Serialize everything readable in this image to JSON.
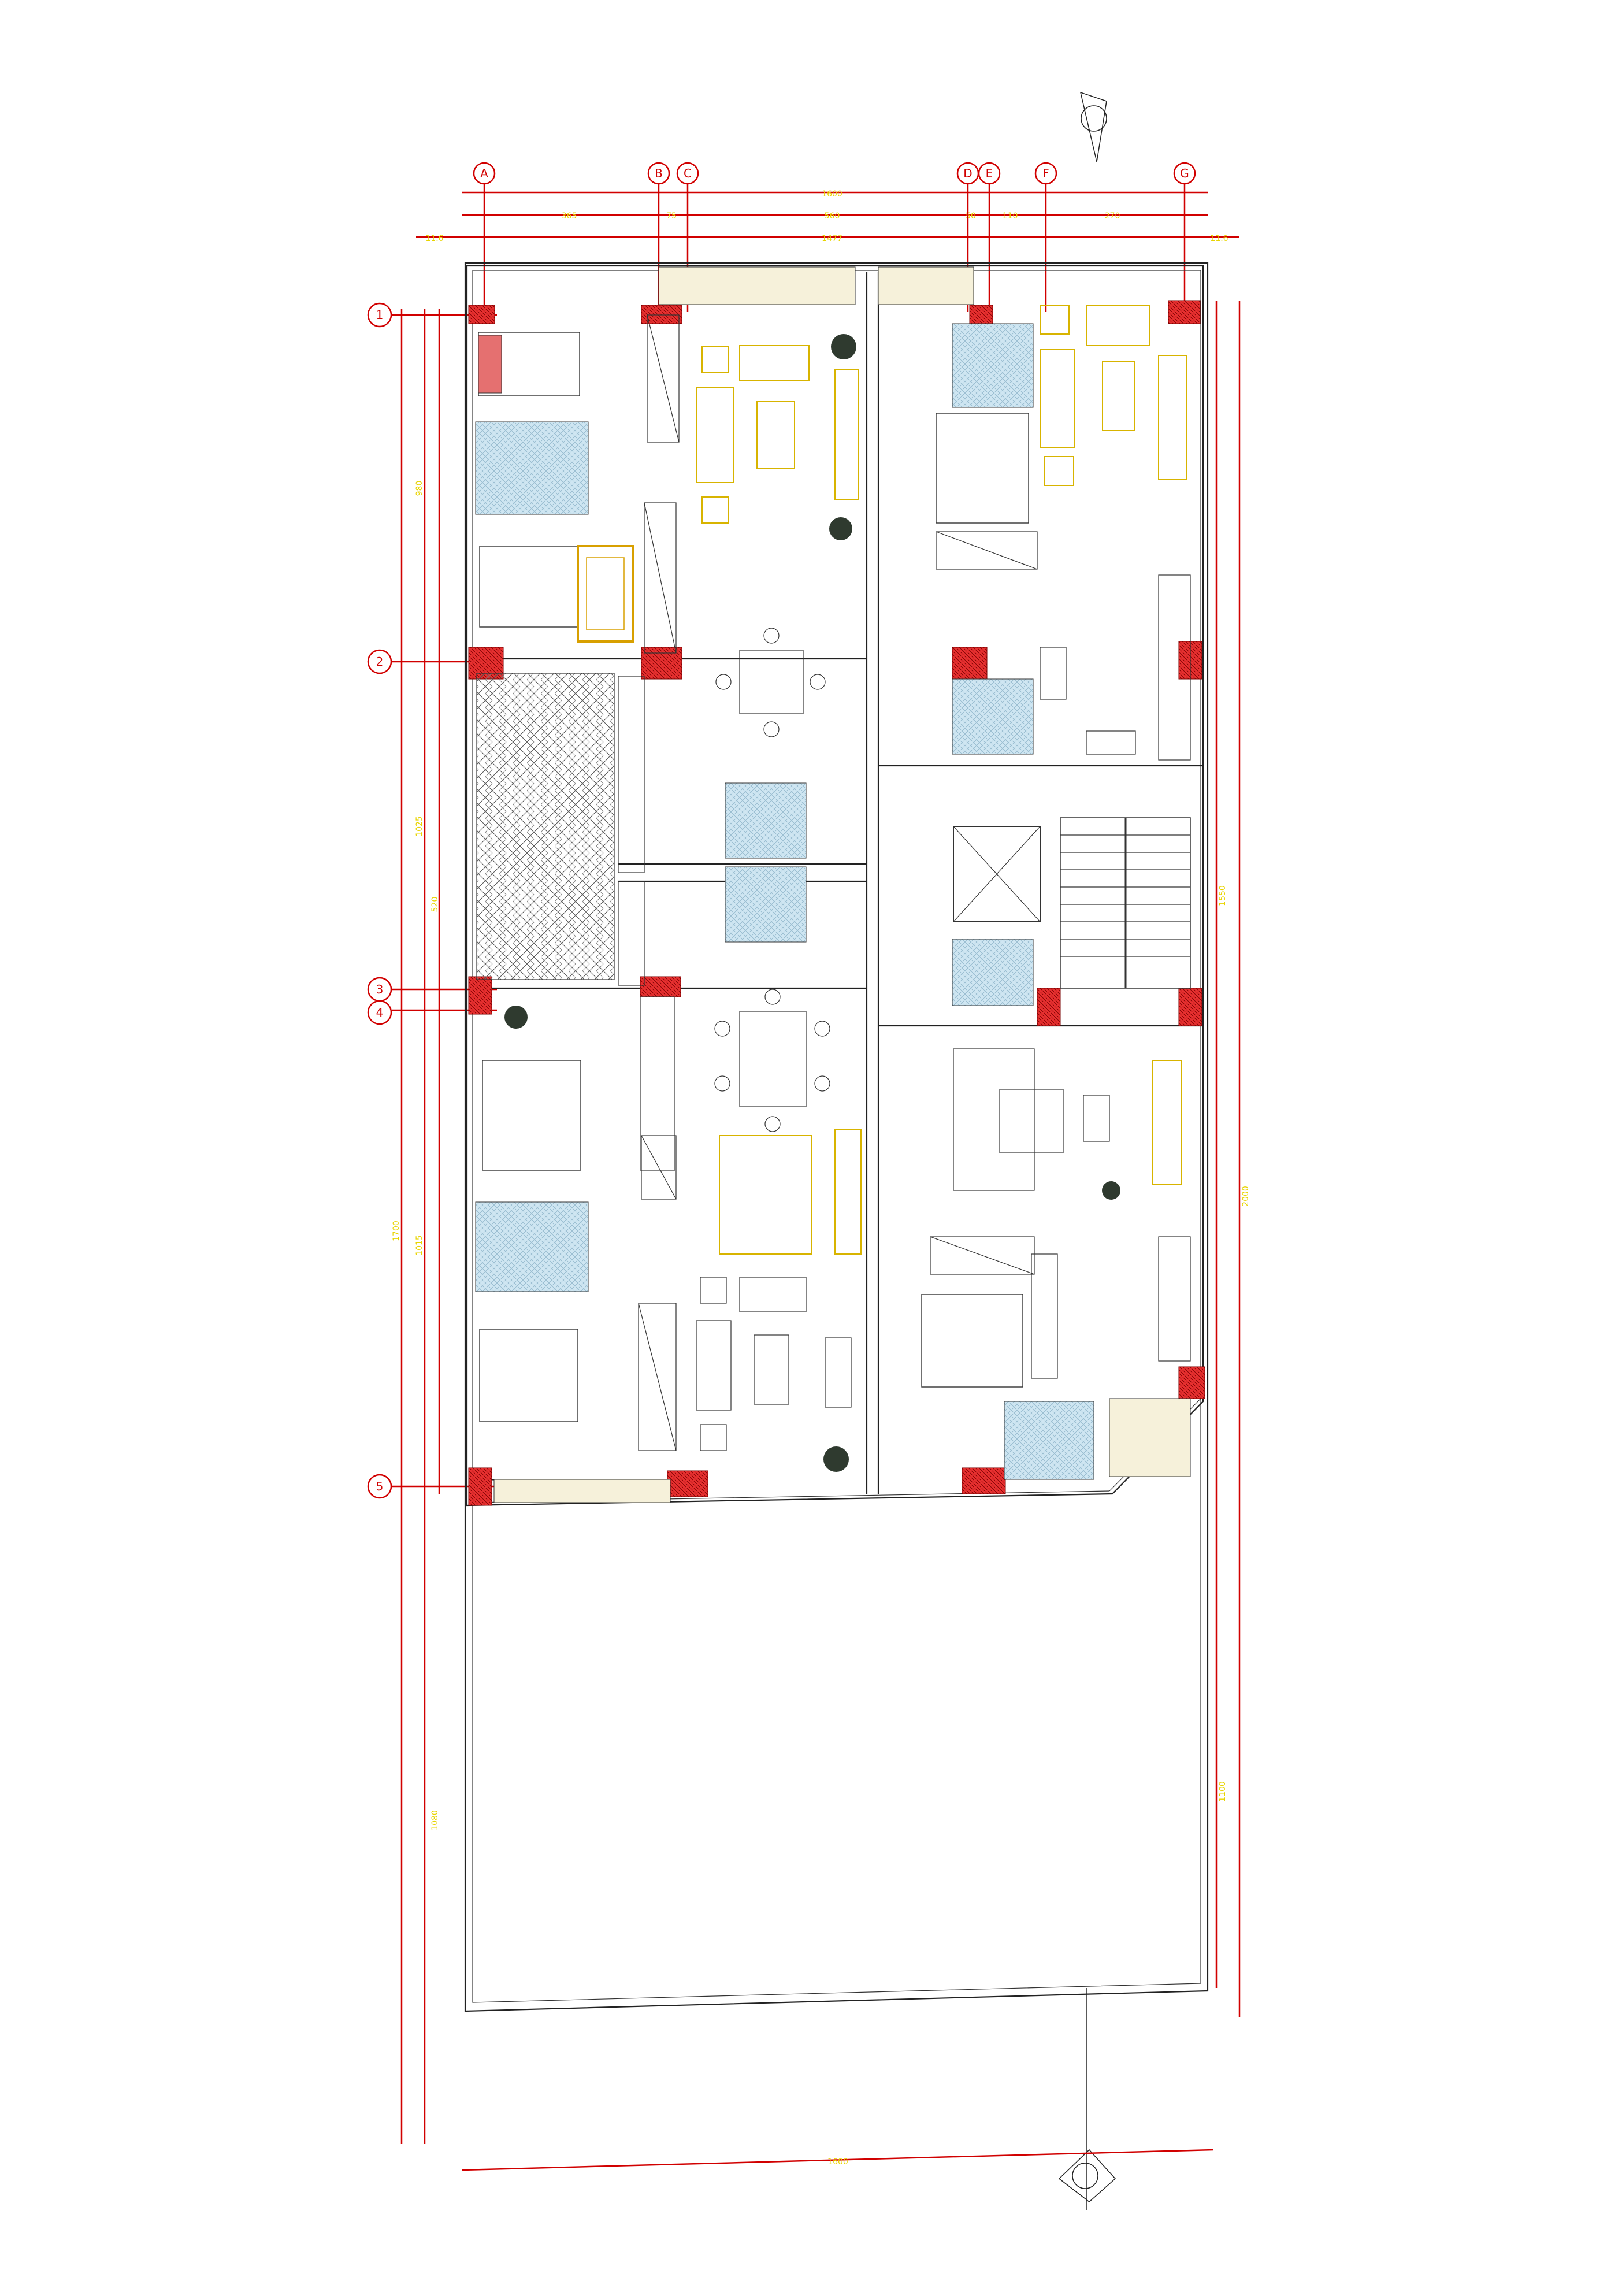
{
  "drawing": {
    "grid_columns": [
      "A",
      "B",
      "C",
      "D",
      "E",
      "F",
      "G"
    ],
    "grid_rows": [
      "1",
      "2",
      "3",
      "4",
      "5"
    ],
    "dimensions_top": {
      "overall": "1600",
      "segments": [
        "365",
        "75",
        "560",
        "50",
        "110",
        "270"
      ],
      "row3": [
        "11.6",
        "1477",
        "11.6"
      ]
    },
    "dimensions_left": [
      "980",
      "1025",
      "520",
      "1015",
      "1700",
      "1080"
    ],
    "dimensions_right": [
      "1550",
      "2000",
      "1100"
    ],
    "dimension_bottom": "1600",
    "colors": {
      "grid_line": "#d10000",
      "dimension_text": "#e8d400",
      "wall": "#222222",
      "column": "#e02020",
      "wet_area": "#cfe6f2",
      "furniture_living": "#d8b400"
    },
    "icons": [
      "north-arrow-icon",
      "tree-icon",
      "stair-icon",
      "elevator-icon"
    ]
  }
}
